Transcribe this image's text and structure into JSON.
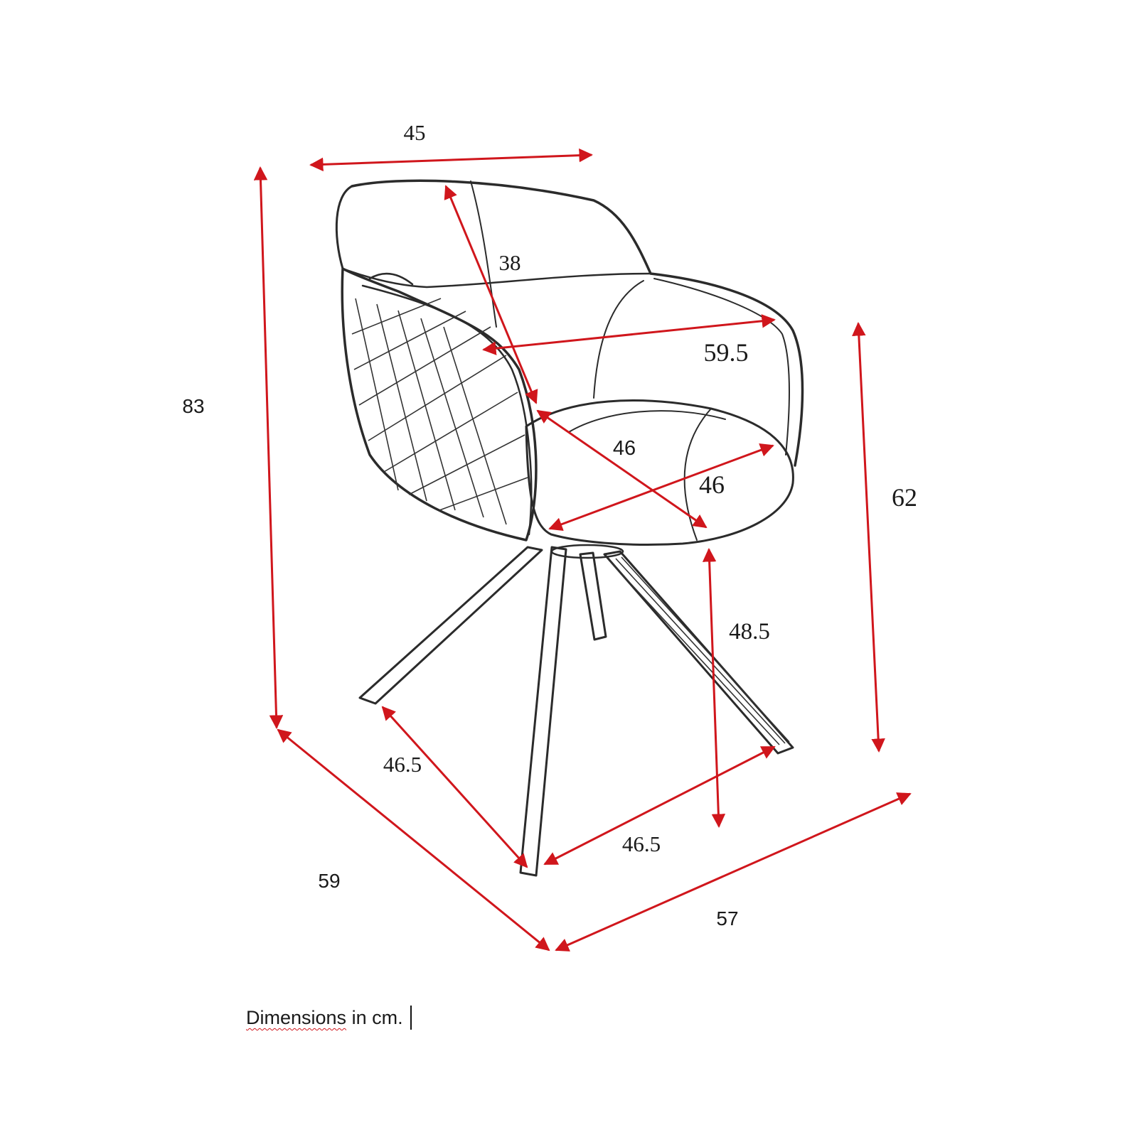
{
  "dimensions": {
    "backrest_width": "45",
    "overall_height": "83",
    "backrest_height": "38",
    "armrest_width": "59.5",
    "seat_depth": "46",
    "seat_width": "46",
    "armrest_height": "62",
    "seat_height": "48.5",
    "leg_span_side": "46.5",
    "leg_span_front": "46.5",
    "overall_depth": "59",
    "overall_width": "57"
  },
  "footer": {
    "word": "Dimensions",
    "rest": " in cm."
  },
  "colors": {
    "dimension_lines": "#d0161c",
    "outline": "#2b2b2b",
    "background": "#ffffff"
  }
}
